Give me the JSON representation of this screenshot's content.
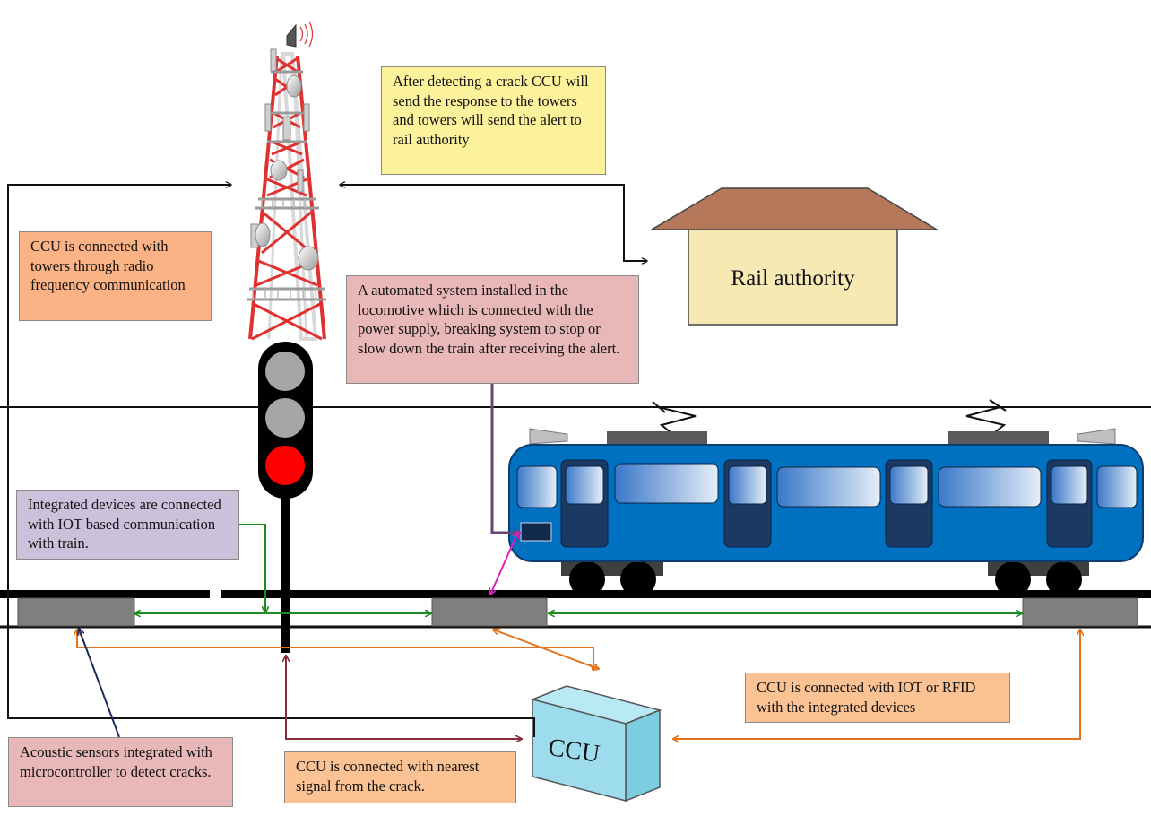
{
  "notes": {
    "crack_response": "After detecting a crack CCU will send the response to the towers and towers will send the alert to rail authority",
    "ccu_towers": "CCU is connected with towers through radio frequency communication",
    "automated_system": "A automated system installed in the locomotive which is connected with the power supply, breaking system to stop or slow down the train after receiving the alert.",
    "integrated_devices": "Integrated devices are connected with IOT based communication with train.",
    "ccu_iot_rfid": "CCU is connected with IOT or RFID with the integrated devices",
    "acoustic_sensors": "Acoustic sensors integrated with microcontroller to detect cracks.",
    "ccu_signal": "CCU is connected with nearest signal from the crack."
  },
  "labels": {
    "rail_authority": "Rail authority",
    "ccu": "CCU"
  },
  "icons": [
    "tower-icon",
    "satellite-dish-icon",
    "traffic-signal-icon",
    "train-icon",
    "building-icon",
    "ccu-box-icon"
  ],
  "colors": {
    "note_yellow": "#fdf29c",
    "note_orange": "#fbb284",
    "note_pink": "#e8b7b7",
    "note_lilac": "#ccc1da",
    "note_peach": "#fbc294",
    "train_body": "#0070c0",
    "roof": "#b5785a",
    "building_wall": "#f6e9b3",
    "ccu_box": "#9ddcec",
    "arrow_green": "#1f8a1f",
    "arrow_orange": "#e2731c",
    "arrow_maroon": "#8b2a3a",
    "arrow_purple": "#60497a",
    "arrow_magenta": "#e020c0",
    "arrow_navy": "#1b2a5c",
    "signal_red": "#ff0000"
  }
}
